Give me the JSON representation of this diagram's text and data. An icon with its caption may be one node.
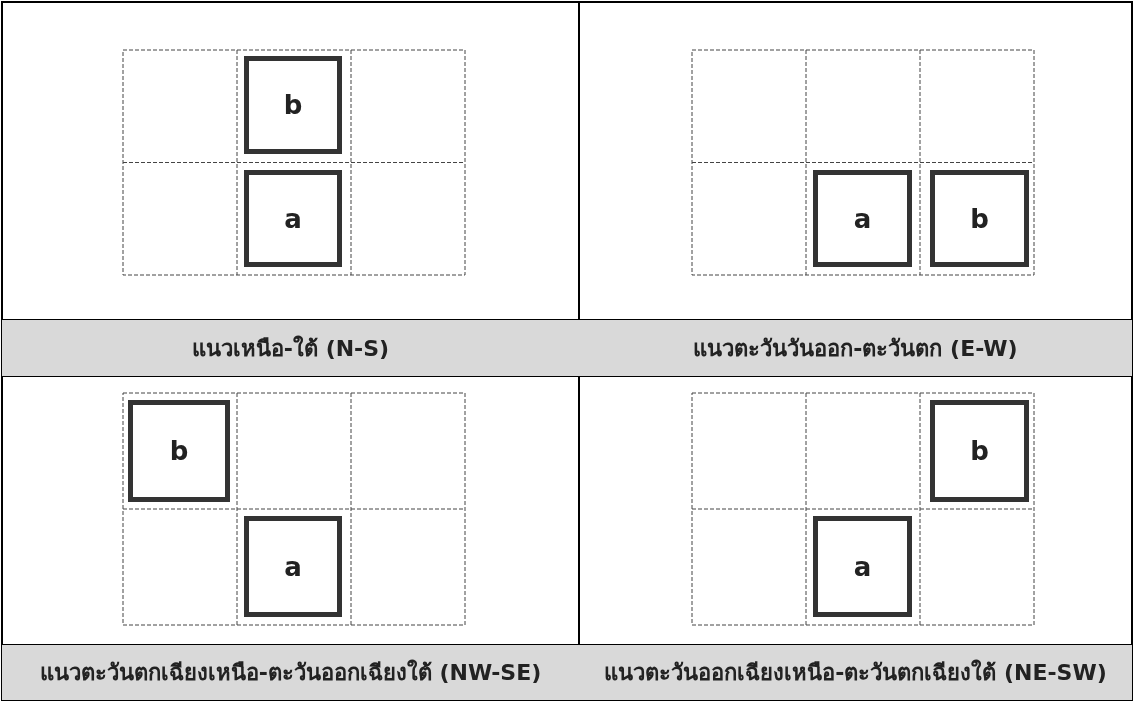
{
  "diagram": {
    "nodes": [
      {
        "text": [
          "b"
        ]
      },
      {
        "text": [
          "a"
        ]
      },
      {
        "text": [
          "a"
        ]
      },
      {
        "text": [
          "b"
        ]
      },
      {
        "text": [
          "b"
        ]
      },
      {
        "text": [
          "a"
        ]
      },
      {
        "text": [
          "b"
        ]
      },
      {
        "text": [
          "a"
        ]
      }
    ],
    "labels": [
      "แนวเหนือ-ใต้ (N-S)",
      "แนวตะวันวันออก-ตะวันตก (E-W)",
      "แนวตะวันตกเฉียงเหนือ-ตะวันออกเฉียงใต้ (NW-SE)",
      "แนวตะวันออกเฉียงเหนือ-ตะวันตกเฉียงใต้ (NE-SW)"
    ]
  }
}
